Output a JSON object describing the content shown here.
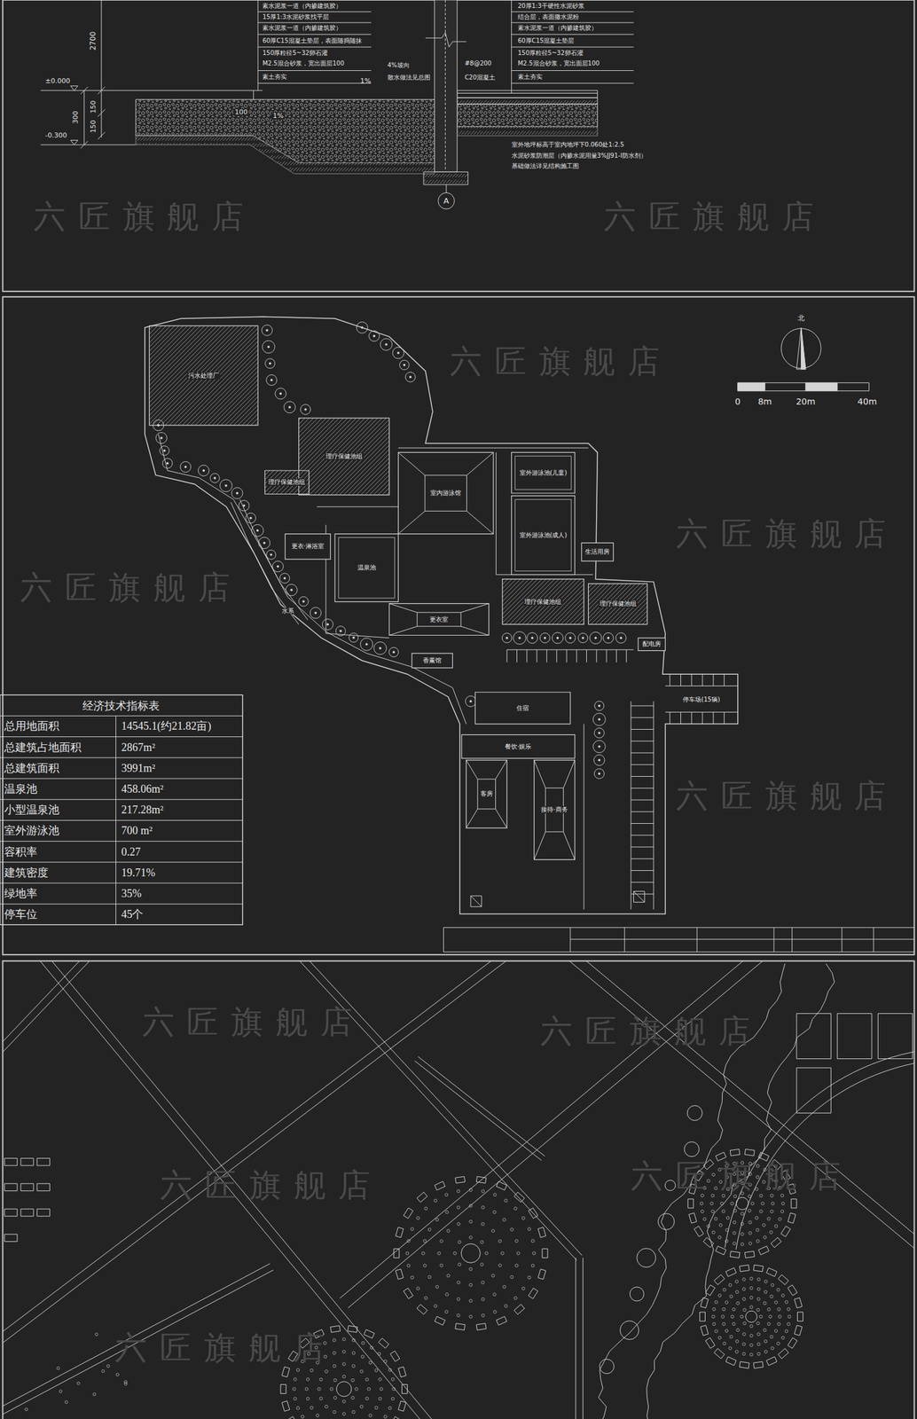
{
  "diagram": {
    "nodes": [
      {
        "text": [
          "污水处理厂"
        ]
      },
      {
        "text": [
          "理疗保健池组"
        ]
      },
      {
        "text": [
          "室内游泳馆"
        ]
      },
      {
        "text": [
          "室外游泳池(儿童)"
        ]
      },
      {
        "text": [
          "理疗保健池组"
        ]
      },
      {
        "text": [
          "更衣·淋浴室"
        ]
      },
      {
        "text": [
          "室外游泳池(成人)"
        ]
      },
      {
        "text": [
          "温泉池"
        ]
      },
      {
        "text": [
          "生活用房"
        ]
      },
      {
        "text": [
          "理疗保健池组"
        ]
      },
      {
        "text": [
          "理疗保健池组"
        ]
      },
      {
        "text": [
          "更衣室"
        ]
      },
      {
        "text": [
          "香薰馆"
        ]
      },
      {
        "text": [
          "配电房"
        ]
      },
      {
        "text": [
          "住宿"
        ]
      },
      {
        "text": [
          "停车场(15辆)"
        ]
      },
      {
        "text": [
          "餐饮·娱乐"
        ]
      },
      {
        "text": [
          "客房"
        ]
      },
      {
        "text": [
          "接待·商务"
        ]
      }
    ],
    "labels": [
      "素水泥浆一道（内掺建筑胶）",
      "15厚1:3水泥砂浆找平层",
      "素水泥浆一道（内掺建筑胶）",
      "60厚C15混凝土垫层，表面随捣随抹",
      "150厚粒径5~32卵石灌",
      "M2.5混合砂浆，宽出面层100",
      "素土夯实",
      "20厚1:3干硬性水泥砂浆",
      "结合层，表面撒水泥粉",
      "素水泥浆一道（内掺建筑胶）",
      "60厚C15混凝土垫层",
      "150厚粒径5~32卵石灌",
      "M2.5混合砂浆，宽出面层100",
      "素土夯实",
      "2700",
      "±0.000",
      "300",
      "150",
      "150",
      "-0.300",
      "100",
      "1%",
      "1%",
      "4%坡向",
      "散水做法见总图",
      "#8@200",
      "C20混凝土",
      "室外地坪标高于室内地坪下0.060处1:2.5",
      "水泥砂浆防潮层（内掺水泥用量3%JJ91-I防水剂）",
      "基础做法详见结构施工图",
      "A",
      "水系",
      "北",
      "0",
      "8m",
      "20m",
      "40m",
      "经济技术指标表",
      "总用地面积",
      "14545.1(约21.82亩)",
      "总建筑占地面积",
      "2867m²",
      "总建筑面积",
      "3991m²",
      "温泉池",
      "458.06m²",
      "小型温泉池",
      "217.28m²",
      "室外游泳池",
      "700 m²",
      "容积率",
      "0.27",
      "建筑密度",
      "19.71%",
      "绿地率",
      "35%",
      "停车位",
      "45个",
      "六匠旗舰店",
      "六匠旗舰店",
      "六匠旗舰店",
      "六匠旗舰店",
      "六匠旗舰店",
      "六匠旗舰店",
      "六匠旗舰店",
      "六匠旗舰店",
      "六匠旗舰店",
      "六匠旗舰店",
      "六匠旗舰店"
    ]
  }
}
